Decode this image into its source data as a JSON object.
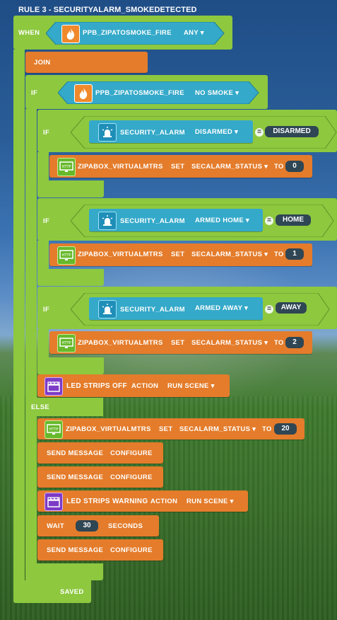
{
  "rule_title": "RULE 3 - SECURITYALARM_SMOKEDETECTED",
  "keywords": {
    "when": "WHEN",
    "join": "JOIN",
    "if": "IF",
    "else": "ELSE",
    "set": "SET",
    "to": "TO",
    "action": "ACTION",
    "configure": "CONFIGURE",
    "wait": "WAIT",
    "seconds": "SECONDS",
    "saved": "SAVED",
    "eq": "="
  },
  "trigger": {
    "device": "PPB_ZIPATOSMOKE_FIRE",
    "value": "ANY"
  },
  "if_cond": {
    "device": "PPB_ZIPATOSMOKE_FIRE",
    "value": "NO SMOKE"
  },
  "sub_ifs": [
    {
      "device": "SECURITY_ALARM",
      "state": "DISARMED",
      "compare": "DISARMED",
      "target": "ZIPABOX_VIRTUALMTRS",
      "attribute": "SECALARM_STATUS",
      "set_value": "0"
    },
    {
      "device": "SECURITY_ALARM",
      "state": "ARMED HOME",
      "compare": "HOME",
      "target": "ZIPABOX_VIRTUALMTRS",
      "attribute": "SECALARM_STATUS",
      "set_value": "1"
    },
    {
      "device": "SECURITY_ALARM",
      "state": "ARMED AWAY",
      "compare": "AWAY",
      "target": "ZIPABOX_VIRTUALMTRS",
      "attribute": "SECALARM_STATUS",
      "set_value": "2"
    }
  ],
  "scene_off": {
    "name": "LED STRIPS OFF",
    "action": "RUN SCENE"
  },
  "else_set": {
    "target": "ZIPABOX_VIRTUALMTRS",
    "attribute": "SECALARM_STATUS",
    "set_value": "20"
  },
  "send_message": "SEND MESSAGE",
  "scene_warning": {
    "name": "LED STRIPS WARNING",
    "action": "RUN SCENE"
  },
  "wait_value": "30",
  "colors": {
    "block_green": "#8dc83f",
    "block_orange": "#e47c2b",
    "block_teal": "#35a9c9",
    "value_dark": "#2f4654"
  },
  "icons": {
    "fire": "fire-icon",
    "alarm": "alarm-light-icon",
    "http": "http-monitor-icon",
    "scene": "clapperboard-icon"
  }
}
